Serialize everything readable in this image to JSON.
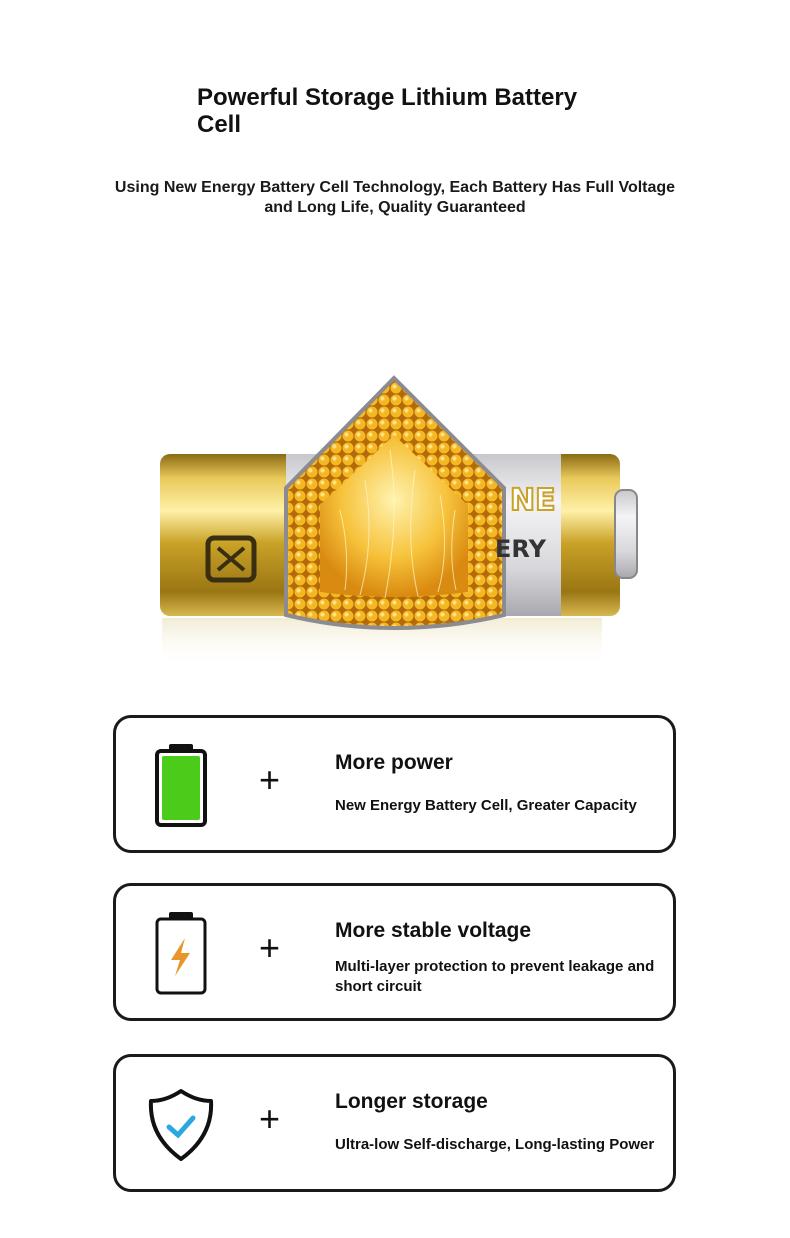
{
  "header": {
    "title": "Powerful Storage Lithium Battery Cell",
    "subtitle": "Using New Energy Battery Cell Technology, Each Battery Has Full Voltage and Long Life, Quality Guaranteed"
  },
  "product_image": {
    "label_top": "NE",
    "label_bottom": "ERY",
    "colors": {
      "gold": "#c9a227",
      "cell": "#f3b21c"
    }
  },
  "features": [
    {
      "icon": "battery-full-icon",
      "plus": "+",
      "title": "More power",
      "desc": "New Energy Battery Cell, Greater Capacity",
      "color": "#4ccc1a"
    },
    {
      "icon": "battery-bolt-icon",
      "plus": "+",
      "title": "More stable voltage",
      "desc": "Multi-layer protection to prevent leakage and short circuit",
      "color": "#e8962c"
    },
    {
      "icon": "shield-check-icon",
      "plus": "+",
      "title": "Longer storage",
      "desc": "Ultra-low Self-discharge, Long-lasting Power",
      "color": "#29a9e0"
    }
  ]
}
